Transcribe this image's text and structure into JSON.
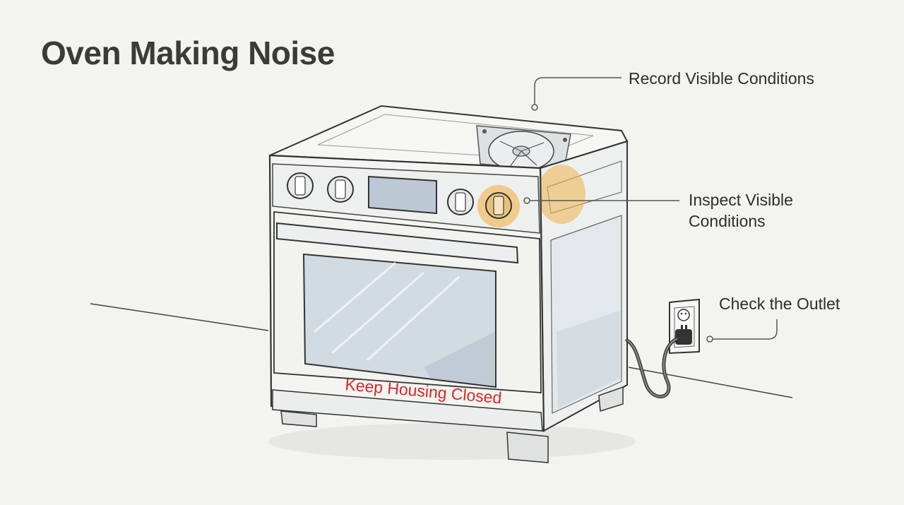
{
  "title": "Oven Making Noise",
  "callouts": {
    "record": "Record Visible Conditions",
    "inspect_line1": "Inspect Visible",
    "inspect_line2": "Conditions",
    "outlet": "Check the Outlet",
    "warning": "Keep Housing Closed"
  },
  "colors": {
    "background": "#f3f3ef",
    "outline": "#3a3a3a",
    "highlight": "#f0b24a",
    "warning_text": "#d3292d",
    "glass_shade": "#c7d2dc"
  }
}
